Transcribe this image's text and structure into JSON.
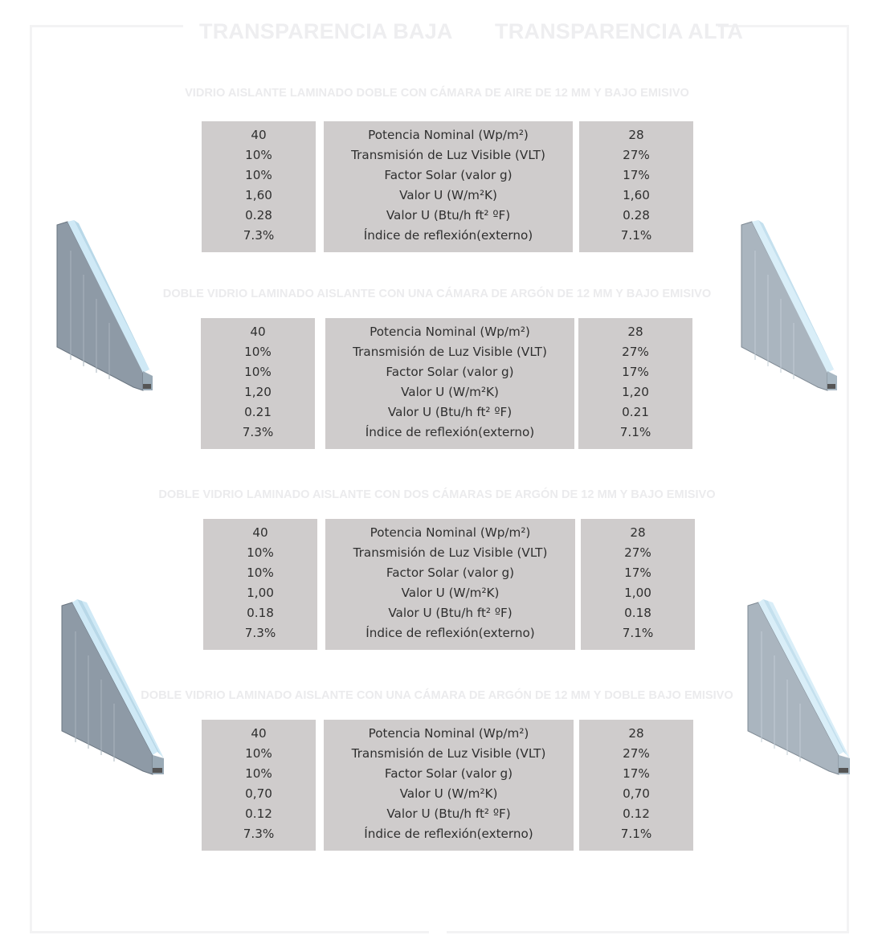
{
  "headers": {
    "low": "TRANSPARENCIA BAJA",
    "high": "TRANSPARENCIA ALTA"
  },
  "sections": [
    {
      "title": "VIDRIO AISLANTE LAMINADO DOBLE CON CÁMARA DE AIRE DE 12 MM Y BAJO EMISIVO",
      "low": [
        "40",
        "10%",
        "10%",
        "1,60",
        "0.28",
        "7.3%"
      ],
      "labels": [
        "Potencia Nominal (Wp/m²)",
        "Transmisión de Luz Visible (VLT)",
        "Factor Solar (valor g)",
        "Valor U (W/m²K)",
        "Valor U (Btu/h ft² ºF)",
        "Índice de reflexión(externo)"
      ],
      "high": [
        "28",
        "27%",
        "17%",
        "1,60",
        "0.28",
        "7.1%"
      ]
    },
    {
      "title": "DOBLE VIDRIO LAMINADO AISLANTE CON UNA CÁMARA DE ARGÓN DE 12 MM Y BAJO EMISIVO",
      "low": [
        "40",
        "10%",
        "10%",
        "1,20",
        "0.21",
        "7.3%"
      ],
      "labels": [
        "Potencia Nominal (Wp/m²)",
        "Transmisión de Luz Visible (VLT)",
        "Factor Solar (valor g)",
        "Valor U (W/m²K)",
        "Valor U (Btu/h ft² ºF)",
        "Índice de reflexión(externo)"
      ],
      "high": [
        "28",
        "27%",
        "17%",
        "1,20",
        "0.21",
        "7.1%"
      ]
    },
    {
      "title": "DOBLE VIDRIO LAMINADO AISLANTE CON DOS CÁMARAS DE ARGÓN DE 12 MM Y BAJO EMISIVO",
      "low": [
        "40",
        "10%",
        "10%",
        "1,00",
        "0.18",
        "7.3%"
      ],
      "labels": [
        "Potencia Nominal (Wp/m²)",
        "Transmisión de Luz Visible (VLT)",
        "Factor Solar (valor g)",
        "Valor U (W/m²K)",
        "Valor U (Btu/h ft² ºF)",
        "Índice de reflexión(externo)"
      ],
      "high": [
        "28",
        "27%",
        "17%",
        "1,00",
        "0.18",
        "7.1%"
      ]
    },
    {
      "title": "DOBLE VIDRIO LAMINADO AISLANTE CON UNA CÁMARA DE ARGÓN DE 12 MM Y DOBLE BAJO EMISIVO",
      "low": [
        "40",
        "10%",
        "10%",
        "0,70",
        "0.12",
        "7.3%"
      ],
      "labels": [
        "Potencia Nominal (Wp/m²)",
        "Transmisión de Luz Visible (VLT)",
        "Factor Solar (valor g)",
        "Valor U (W/m²K)",
        "Valor U (Btu/h ft² ºF)",
        "Índice de reflexión(externo)"
      ],
      "high": [
        "28",
        "27%",
        "17%",
        "0,70",
        "0.12",
        "7.1%"
      ]
    }
  ],
  "colors": {
    "cell_background": "#cfcccc",
    "cell_text": "#2f2f2f",
    "heading_text": "#eeeef0",
    "glass_face": "#8e9aa6",
    "glass_edge": "#cfe9f6"
  },
  "icons": [
    "double-glazing-icon-low",
    "double-glazing-icon-high",
    "triple-glazing-icon-low",
    "triple-glazing-icon-high"
  ]
}
